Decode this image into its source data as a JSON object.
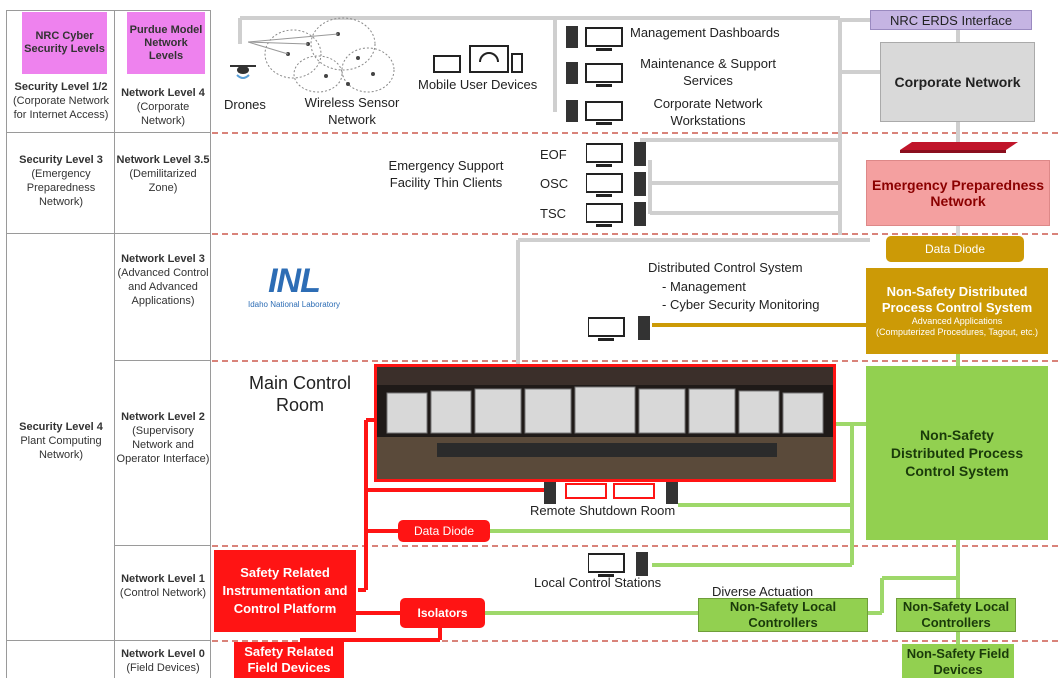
{
  "columns": {
    "nrc_header": "NRC Cyber Security Levels",
    "purdue_header": "Purdue Model Network Levels"
  },
  "rows": {
    "sec12": {
      "title": "Security Level 1/2",
      "desc": "(Corporate Network for Internet Access)"
    },
    "net4": {
      "title": "Network Level 4",
      "desc": "(Corporate Network)"
    },
    "sec3": {
      "title": "Security Level 3",
      "desc": "(Emergency Preparedness Network)"
    },
    "net35": {
      "title": "Network Level 3.5",
      "desc": "(Demilitarized Zone)"
    },
    "sec4": {
      "title": "Security Level 4",
      "desc": "Plant Computing Network)"
    },
    "net3": {
      "title": "Network Level 3",
      "desc": "(Advanced Control and Advanced Applications)"
    },
    "net2": {
      "title": "Network Level 2",
      "desc": "(Supervisory Network and Operator Interface)"
    },
    "net1": {
      "title": "Network Level 1",
      "desc": "(Control Network)"
    },
    "net0": {
      "title": "Network Level 0",
      "desc": "(Field Devices)"
    }
  },
  "labels": {
    "drones": "Drones",
    "wsn": "Wireless Sensor Network",
    "mobile": "Mobile User Devices",
    "mgmt_dash": "Management Dashboards",
    "maint": "Maintenance & Support Services",
    "corp_ws": "Corporate Network Workstations",
    "esf": "Emergency Support Facility Thin Clients",
    "eof": "EOF",
    "osc": "OSC",
    "tsc": "TSC",
    "dcs_title": "Distributed Control System",
    "dcs_item1": "- Management",
    "dcs_item2": "- Cyber Security Monitoring",
    "inl_logo": "INL",
    "inl_text": "Idaho National Laboratory",
    "mcr": "Main Control Room",
    "rsr": "Remote Shutdown Room",
    "lcs": "Local Control Stations",
    "diverse": "Diverse Actuation"
  },
  "boxes": {
    "erds": "NRC ERDS Interface",
    "corp": "Corporate Network",
    "epn": "Emergency Preparedness Network",
    "diode_top": "Data Diode",
    "nsdpcs_adv_title": "Non-Safety Distributed Process Control System",
    "nsdpcs_adv_sub": "Advanced Applications",
    "nsdpcs_adv_sub2": "(Computerized Procedures, Tagout, etc.)",
    "nsdpcs": "Non-Safety Distributed Process Control System",
    "diode_red": "Data Diode",
    "srip": "Safety Related Instrumentation and Control Platform",
    "isolators": "Isolators",
    "nslc_left": "Non-Safety Local Controllers",
    "nslc_right": "Non-Safety Local Controllers",
    "srfd": "Safety Related Field Devices",
    "nsfd": "Non-Safety Field Devices"
  },
  "colors": {
    "header_pink": "#ee82ee",
    "corporate_gray": "#d9d9d9",
    "erds_purple": "#c5b4e3",
    "epn_pink": "#f4a0a0",
    "gold": "#cc9a06",
    "green": "#92d050",
    "red": "#ff1414",
    "dash_red": "#d9837a"
  }
}
